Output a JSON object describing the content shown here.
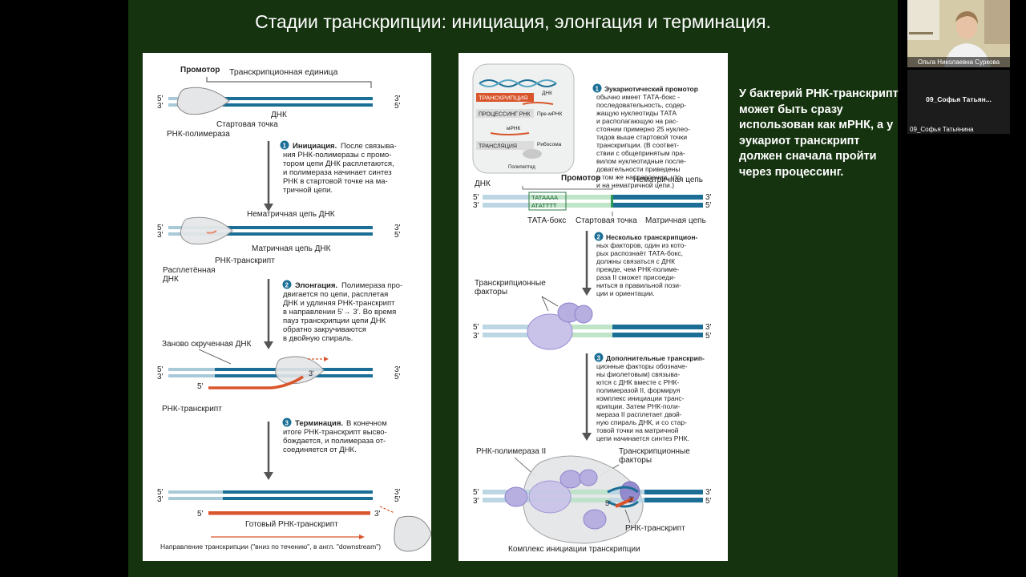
{
  "slide": {
    "title": "Стадии транскрипции: инициация, элонгация и терминация.",
    "note": "У бактерий РНК-транскрипт может быть сразу использован как мРНК, а у эукариот транскрипт должен сначала пройти через процессинг."
  },
  "left_figure": {
    "promoter": "Промотор",
    "transcription_unit": "Транскрипционная единица",
    "dna": "ДНК",
    "start_point": "Стартовая точка",
    "rna_polymerase": "РНК-полимераза",
    "five_prime": "5'",
    "three_prime": "3'",
    "step1_num": "1",
    "step1_head": "Инициация.",
    "step1_lines": [
      "После связыва-",
      "ния РНК-полимеразы с промо-",
      "тором цепи ДНК расплетаются,",
      "и полимераза начинает синтез",
      "РНК в стартовой точке на ма-",
      "тричной цепи."
    ],
    "nontemplate": "Нематричная цепь ДНК",
    "template": "Матричная цепь ДНК",
    "rna_transcript": "РНК-транскрипт",
    "unwound_dna_1": "Расплетённая",
    "unwound_dna_2": "ДНК",
    "step2_num": "2",
    "step2_head": "Элонгация.",
    "step2_lines": [
      "Полимераза про-",
      "двигается по цепи, расплетая",
      "ДНК и удлиняя РНК-транскрипт",
      "в направлении 5'→ 3'. Во время",
      "пауз транскрипции цепи ДНК",
      "обратно закручиваются",
      "в двойную спираль."
    ],
    "rewound_dna": "Заново скрученная ДНК",
    "rna_transcript_2": "РНК-транскрипт",
    "step3_num": "3",
    "step3_head": "Терминация.",
    "step3_lines": [
      "В конечном",
      "итоге РНК-транскрипт высво-",
      "бождается, и полимераза от-",
      "соединяется от ДНК."
    ],
    "finished_transcript": "Готовый РНК-транскрипт",
    "direction": "Направление транскрипции (\"вниз по течению\", в англ. \"downstream\")"
  },
  "right_figure": {
    "inset_transcription": "ТРАНСКРИПЦИЯ",
    "inset_dna": "ДНК",
    "inset_pre_mrna": "Пре-мРНК",
    "inset_processing": "ПРОЦЕССИНГ РНК",
    "inset_mrna": "мРНК",
    "inset_translation": "ТРАНСЛЯЦИЯ",
    "inset_ribosome": "Рибосома",
    "inset_polypeptide": "Полипептид",
    "step1_num": "1",
    "step1_head": "Эукариотический промотор",
    "step1_lines": [
      "обычно имеет ТАТА-бокс -",
      "последовательность, содер-",
      "жащую нуклеотиды ТАТА",
      "и располагающую на рас-",
      "стоянии примерно 25 нуклео-",
      "тидов выше стартовой точки",
      "транскрипции. (В соответ-",
      "ствии с общепринятым пра-",
      "вилом нуклеотидные после-",
      "довательности приведены",
      "в том же направлении, что",
      "и на нематричной цепи.)"
    ],
    "promoter": "Промотор",
    "dna": "ДНК",
    "nontemplate": "Нематричная цепь",
    "seq_top": "ТАТАААА",
    "seq_bottom": "АТАТТТТ",
    "tata_box": "ТАТА-бокс",
    "start_point": "Стартовая точка",
    "template": "Матричная цепь",
    "five_prime": "5'",
    "three_prime": "3'",
    "step2_num": "2",
    "step2_head": "Несколько транскрипцион-",
    "step2_lines": [
      "ных факторов, один из кото-",
      "рых распознаёт ТАТА-бокс,",
      "должны связаться с ДНК",
      "прежде, чем РНК-полиме-",
      "раза II сможет присоеди-",
      "ниться в правильной пози-",
      "ции и ориентации."
    ],
    "tf_label_1": "Транскрипционные",
    "tf_label_2": "факторы",
    "step3_num": "3",
    "step3_head": "Дополнительные транскрип-",
    "step3_lines": [
      "ционные факторы обозначе-",
      "ны фиолетовым) связыва-",
      "ются с ДНК вместе с РНК-",
      "полимеразой II, формируя",
      "комплекс инициации транс-",
      "крипции. Затем РНК-поли-",
      "мераза II расплетает двой-",
      "ную спираль ДНК, и со стар-",
      "товой точки на матричной",
      "цепи начинается синтез РНК."
    ],
    "rna_pol_2": "РНК-полимераза II",
    "tf_label_3": "Транскрипционные",
    "tf_label_4": "факторы",
    "rna_transcript": "РНК-транскрипт",
    "complex": "Комплекс инициации транскрипции"
  },
  "participants": {
    "video_name": "Ольга Николаевна Суркова",
    "tile_center": "09_Софья Татьян...",
    "tile_bottom": "09_Софья Татьянина"
  },
  "colors": {
    "slide_bg": "#15330f",
    "dna_blue": "#1b6f96",
    "rna_orange": "#d9552b",
    "tf_purple": "#b6afe0",
    "promoter_green": "#a9d8b4"
  }
}
